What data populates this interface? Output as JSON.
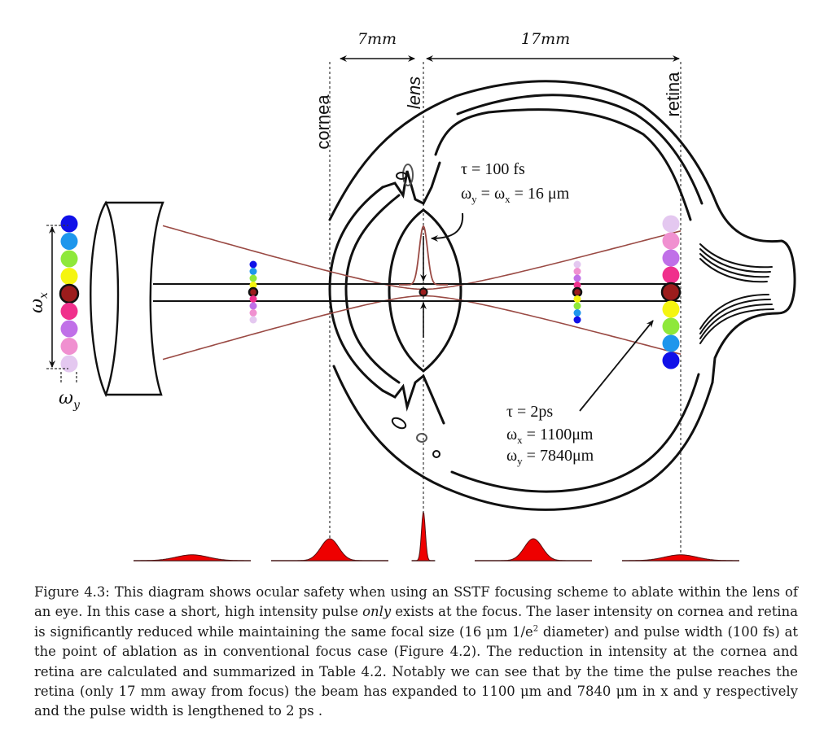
{
  "figure": {
    "dimensions": {
      "left": "7mm",
      "right": "17mm"
    },
    "planes": {
      "cornea": "cornea",
      "lens": "lens",
      "retina": "retina"
    },
    "beam_axis_labels": {
      "wx": "ω",
      "wx_sub": "x",
      "wy": "ω",
      "wy_sub": "y"
    },
    "focus_annotation": {
      "line1": "τ = 100 fs",
      "line2_a": "ω",
      "line2_a_sub": "y",
      "line2_b": " = ω",
      "line2_b_sub": "x",
      "line2_c": " = 16 μm"
    },
    "retina_annotation": {
      "line1": "τ = 2ps",
      "line2_a": "ω",
      "line2_a_sub": "x",
      "line2_b": " = 1100μm",
      "line3_a": "ω",
      "line3_a_sub": "y",
      "line3_b": " = 7840μm"
    },
    "spectral_colors": [
      "#1010e8",
      "#1e96ec",
      "#8ee83a",
      "#f5f510",
      "#9c1c1c",
      "#f0308c",
      "#c070e8",
      "#f090d0",
      "#e4c8f0"
    ],
    "focus_color": "#9c1c1c",
    "beam_envelope_color": "#9a4a44",
    "pulse_color": "#ee0000",
    "pulse_profiles": [
      {
        "position": "before-cornea",
        "relative_peak": 0.12,
        "relative_width": 1.0
      },
      {
        "position": "cornea",
        "relative_peak": 0.45,
        "relative_width": 0.55
      },
      {
        "position": "lens-focus",
        "relative_peak": 1.0,
        "relative_width": 0.12
      },
      {
        "position": "between-lens-retina",
        "relative_peak": 0.45,
        "relative_width": 0.55
      },
      {
        "position": "retina",
        "relative_peak": 0.12,
        "relative_width": 1.0
      }
    ]
  },
  "caption": {
    "label": "Figure 4.3:",
    "part1": " This diagram shows ocular safety when using an SSTF focusing scheme to ablate within the lens of an eye. In this case a short, high intensity pulse ",
    "emphasis": "only",
    "part2": " exists at the focus. The laser intensity on cornea and retina is significantly reduced while maintaining the same focal size (16 μm 1/e",
    "superscript": "2",
    "part3": " diameter) and pulse width (100 fs) at the point of ablation as in conventional focus case (Figure 4.2). The reduction in intensity at the cornea and retina are calculated and summarized in Table 4.2. Notably we can see that by the time the pulse reaches the retina (only 17 mm away from focus) the beam has expanded to 1100 μm and 7840 μm in x and y respectively and the pulse width is lengthened to 2 ps ."
  }
}
